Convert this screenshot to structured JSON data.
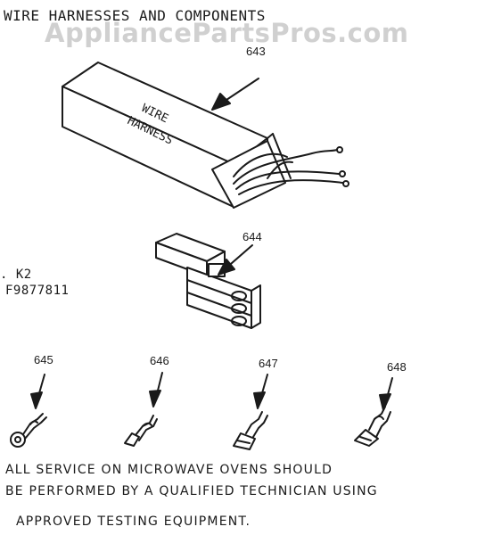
{
  "diagram": {
    "title": "WIRE HARNESSES AND COMPONENTS",
    "watermark": "AppliancePartsPros.com",
    "codes": [
      ". K2",
      "F9877811"
    ],
    "callouts": {
      "wire_harness": "643",
      "connector_block": "644",
      "terminal_a": "645",
      "terminal_b": "646",
      "terminal_c": "647",
      "terminal_d": "648"
    },
    "package_label": [
      "WIRE",
      "HARNESS"
    ],
    "notice": [
      "ALL SERVICE ON MICROWAVE OVENS SHOULD",
      "BE PERFORMED BY A QUALIFIED TECHNICIAN USING",
      "APPROVED TESTING EQUIPMENT."
    ],
    "ink_color": "#1a1a1a",
    "watermark_color": "#969696"
  }
}
